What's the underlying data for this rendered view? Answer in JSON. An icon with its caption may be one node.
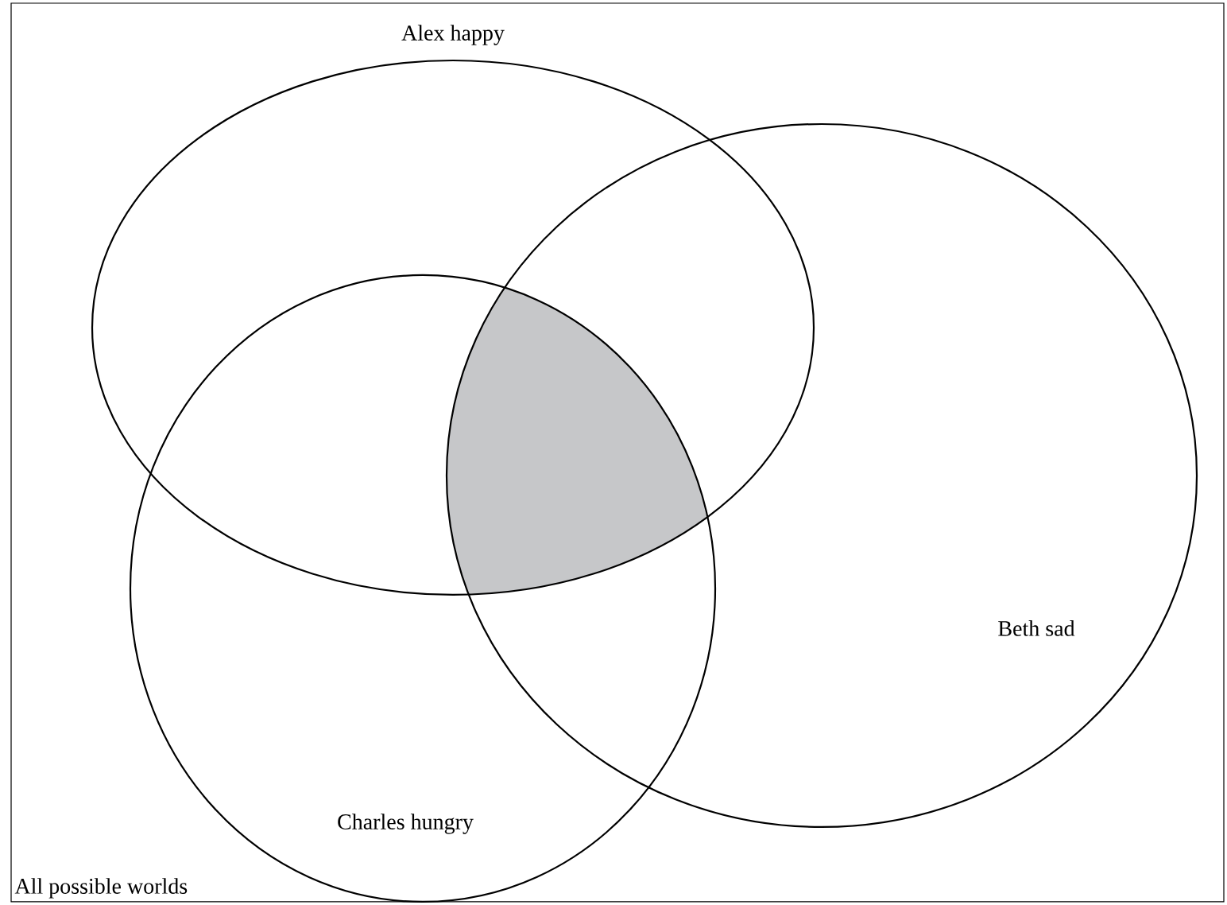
{
  "diagram": {
    "nodes": [
      {
        "text": [
          "All possible worlds"
        ]
      },
      {
        "text": [
          "Alex happy"
        ],
        "in": 0
      },
      {
        "text": [
          "Beth sad"
        ],
        "in": 0
      },
      {
        "text": [
          "Charles hungry"
        ],
        "in": 0
      },
      {
        "text": [],
        "shape": "region",
        "in": 0
      }
    ]
  }
}
